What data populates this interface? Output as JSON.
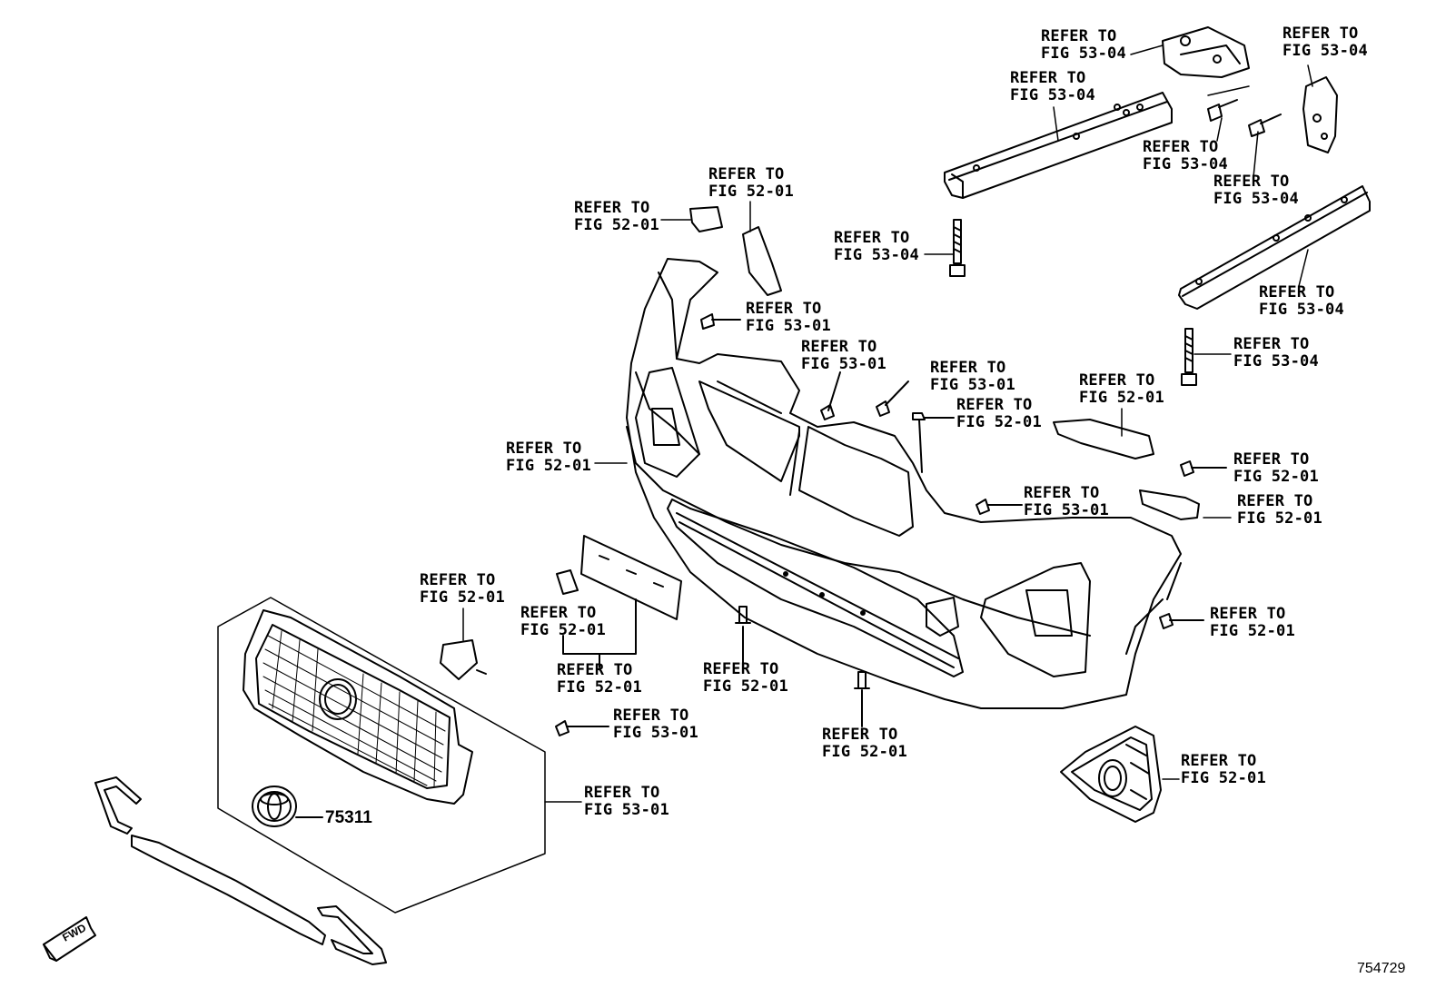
{
  "labels": [
    {
      "line1": "REFER TO",
      "line2": "FIG 53-04"
    },
    {
      "line1": "REFER TO",
      "line2": "FIG 53-04"
    },
    {
      "line1": "REFER TO",
      "line2": "FIG 53-04"
    },
    {
      "line1": "REFER TO",
      "line2": "FIG 53-04"
    },
    {
      "line1": "REFER TO",
      "line2": "FIG 53-04"
    },
    {
      "line1": "REFER TO",
      "line2": "FIG 53-04"
    },
    {
      "line1": "REFER TO",
      "line2": "FIG 53-04"
    },
    {
      "line1": "REFER TO",
      "line2": "FIG 53-04"
    },
    {
      "line1": "REFER TO",
      "line2": "FIG 52-01"
    },
    {
      "line1": "REFER TO",
      "line2": "FIG 52-01"
    },
    {
      "line1": "REFER TO",
      "line2": "FIG 53-01"
    },
    {
      "line1": "REFER TO",
      "line2": "FIG 53-01"
    },
    {
      "line1": "REFER TO",
      "line2": "FIG 53-01"
    },
    {
      "line1": "REFER TO",
      "line2": "FIG 52-01"
    },
    {
      "line1": "REFER TO",
      "line2": "FIG 52-01"
    },
    {
      "line1": "REFER TO",
      "line2": "FIG 52-01"
    },
    {
      "line1": "REFER TO",
      "line2": "FIG 52-01"
    },
    {
      "line1": "REFER TO",
      "line2": "FIG 53-01"
    },
    {
      "line1": "REFER TO",
      "line2": "FIG 52-01"
    },
    {
      "line1": "REFER TO",
      "line2": "FIG 52-01"
    },
    {
      "line1": "REFER TO",
      "line2": "FIG 52-01"
    },
    {
      "line1": "REFER TO",
      "line2": "FIG 52-01"
    },
    {
      "line1": "REFER TO",
      "line2": "FIG 52-01"
    },
    {
      "line1": "REFER TO",
      "line2": "FIG 53-01"
    },
    {
      "line1": "REFER TO",
      "line2": "FIG 52-01"
    },
    {
      "line1": "REFER TO",
      "line2": "FIG 52-01"
    },
    {
      "line1": "REFER TO",
      "line2": "FIG 53-01"
    },
    {
      "line1": "REFER TO",
      "line2": "FIG 52-01"
    }
  ],
  "part_number": "75311",
  "illustration_number": "754729",
  "direction_marker": "FWD"
}
